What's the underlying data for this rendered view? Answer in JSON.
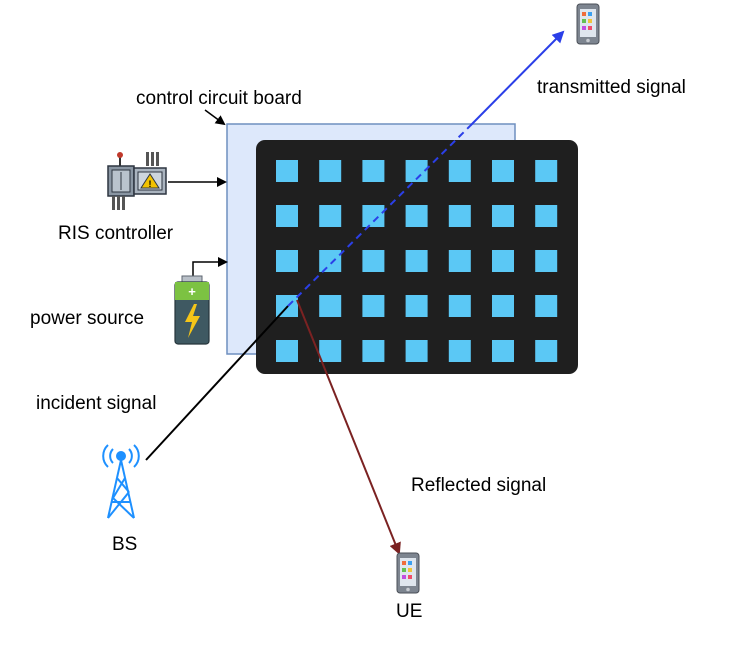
{
  "labels": {
    "control_circuit_board": "control circuit board",
    "transmitted_signal": "transmitted signal",
    "ris_controller": "RIS controller",
    "power_source": "power source",
    "incident_signal": "incident signal",
    "reflected_signal": "Reflected signal",
    "bs": "BS",
    "ue": "UE"
  },
  "ris": {
    "rows": 5,
    "cols": 7
  },
  "colors": {
    "panel": "#1f1f1f",
    "element": "#5bc8f5",
    "board": "#dde8fb",
    "board_border": "#6f8fbf",
    "transmitted_arrow": "#2b3fe8",
    "reflected_arrow": "#7b2222",
    "incident_line": "#000000",
    "bs_tower": "#1e90ff"
  },
  "icons": {
    "phone_top": "smartphone-icon",
    "phone_bottom": "smartphone-icon",
    "controller": "controller-cabinet-icon",
    "battery": "battery-icon",
    "tower": "cell-tower-icon"
  }
}
